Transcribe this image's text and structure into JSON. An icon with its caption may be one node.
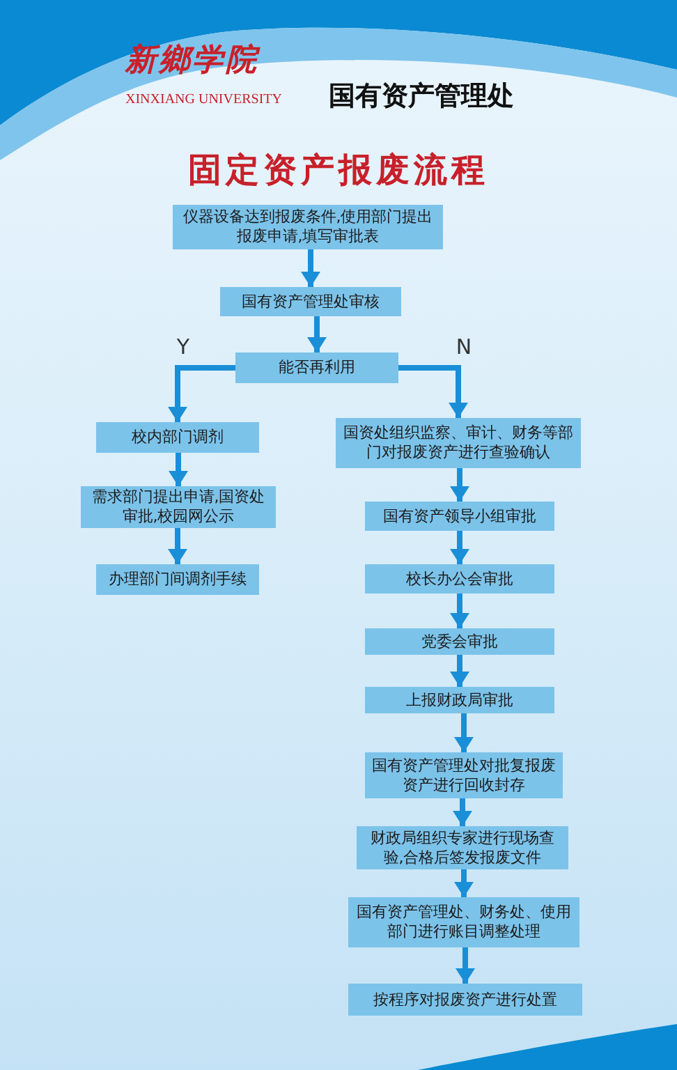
{
  "diagram": {
    "title": "固定资产报废流程",
    "nodes": [
      {
        "text": [
          "仪器设备达到报废条件,使用部门提出报废申请,填写审批表"
        ]
      },
      {
        "text": [
          "国有资产管理处审核"
        ]
      },
      {
        "text": [
          "能否再利用"
        ]
      },
      {
        "text": [
          "校内部门调剂"
        ]
      },
      {
        "text": [
          "需求部门提出申请,国资处审批,校园网公示"
        ]
      },
      {
        "text": [
          "办理部门间调剂手续"
        ]
      },
      {
        "text": [
          "国资处组织监察、审计、财务等部门对报废资产进行查验确认"
        ]
      },
      {
        "text": [
          "国有资产领导小组审批"
        ]
      },
      {
        "text": [
          "校长办公会审批"
        ]
      },
      {
        "text": [
          "党委会审批"
        ]
      },
      {
        "text": [
          "上报财政局审批"
        ]
      },
      {
        "text": [
          "国有资产管理处对批复报废资产进行回收封存"
        ]
      },
      {
        "text": [
          "财政局组织专家进行现场查验,合格后签发报废文件"
        ]
      },
      {
        "text": [
          "国有资产管理处、财务处、使用部门进行账目调整处理"
        ]
      },
      {
        "text": [
          "按程序对报废资产进行处置"
        ]
      }
    ],
    "edges": [
      {
        "from": 0,
        "to": 1,
        "arrow": "to"
      },
      {
        "from": 1,
        "to": 2,
        "arrow": "to"
      },
      {
        "from": 2,
        "to": 3,
        "arrow": "to",
        "label": "Y"
      },
      {
        "from": 2,
        "to": 6,
        "arrow": "to",
        "label": "N"
      },
      {
        "from": 3,
        "to": 4,
        "arrow": "to"
      },
      {
        "from": 4,
        "to": 5,
        "arrow": "to"
      },
      {
        "from": 6,
        "to": 7,
        "arrow": "to"
      },
      {
        "from": 7,
        "to": 8,
        "arrow": "to"
      },
      {
        "from": 8,
        "to": 9,
        "arrow": "to"
      },
      {
        "from": 9,
        "to": 10,
        "arrow": "to"
      },
      {
        "from": 10,
        "to": 11,
        "arrow": "to"
      },
      {
        "from": 11,
        "to": 12,
        "arrow": "to"
      },
      {
        "from": 12,
        "to": 13,
        "arrow": "to"
      },
      {
        "from": 13,
        "to": 14,
        "arrow": "to"
      }
    ],
    "labels": [
      "新鄉学院",
      "XINXIANG UNIVERSITY",
      "国有资产管理处"
    ]
  }
}
